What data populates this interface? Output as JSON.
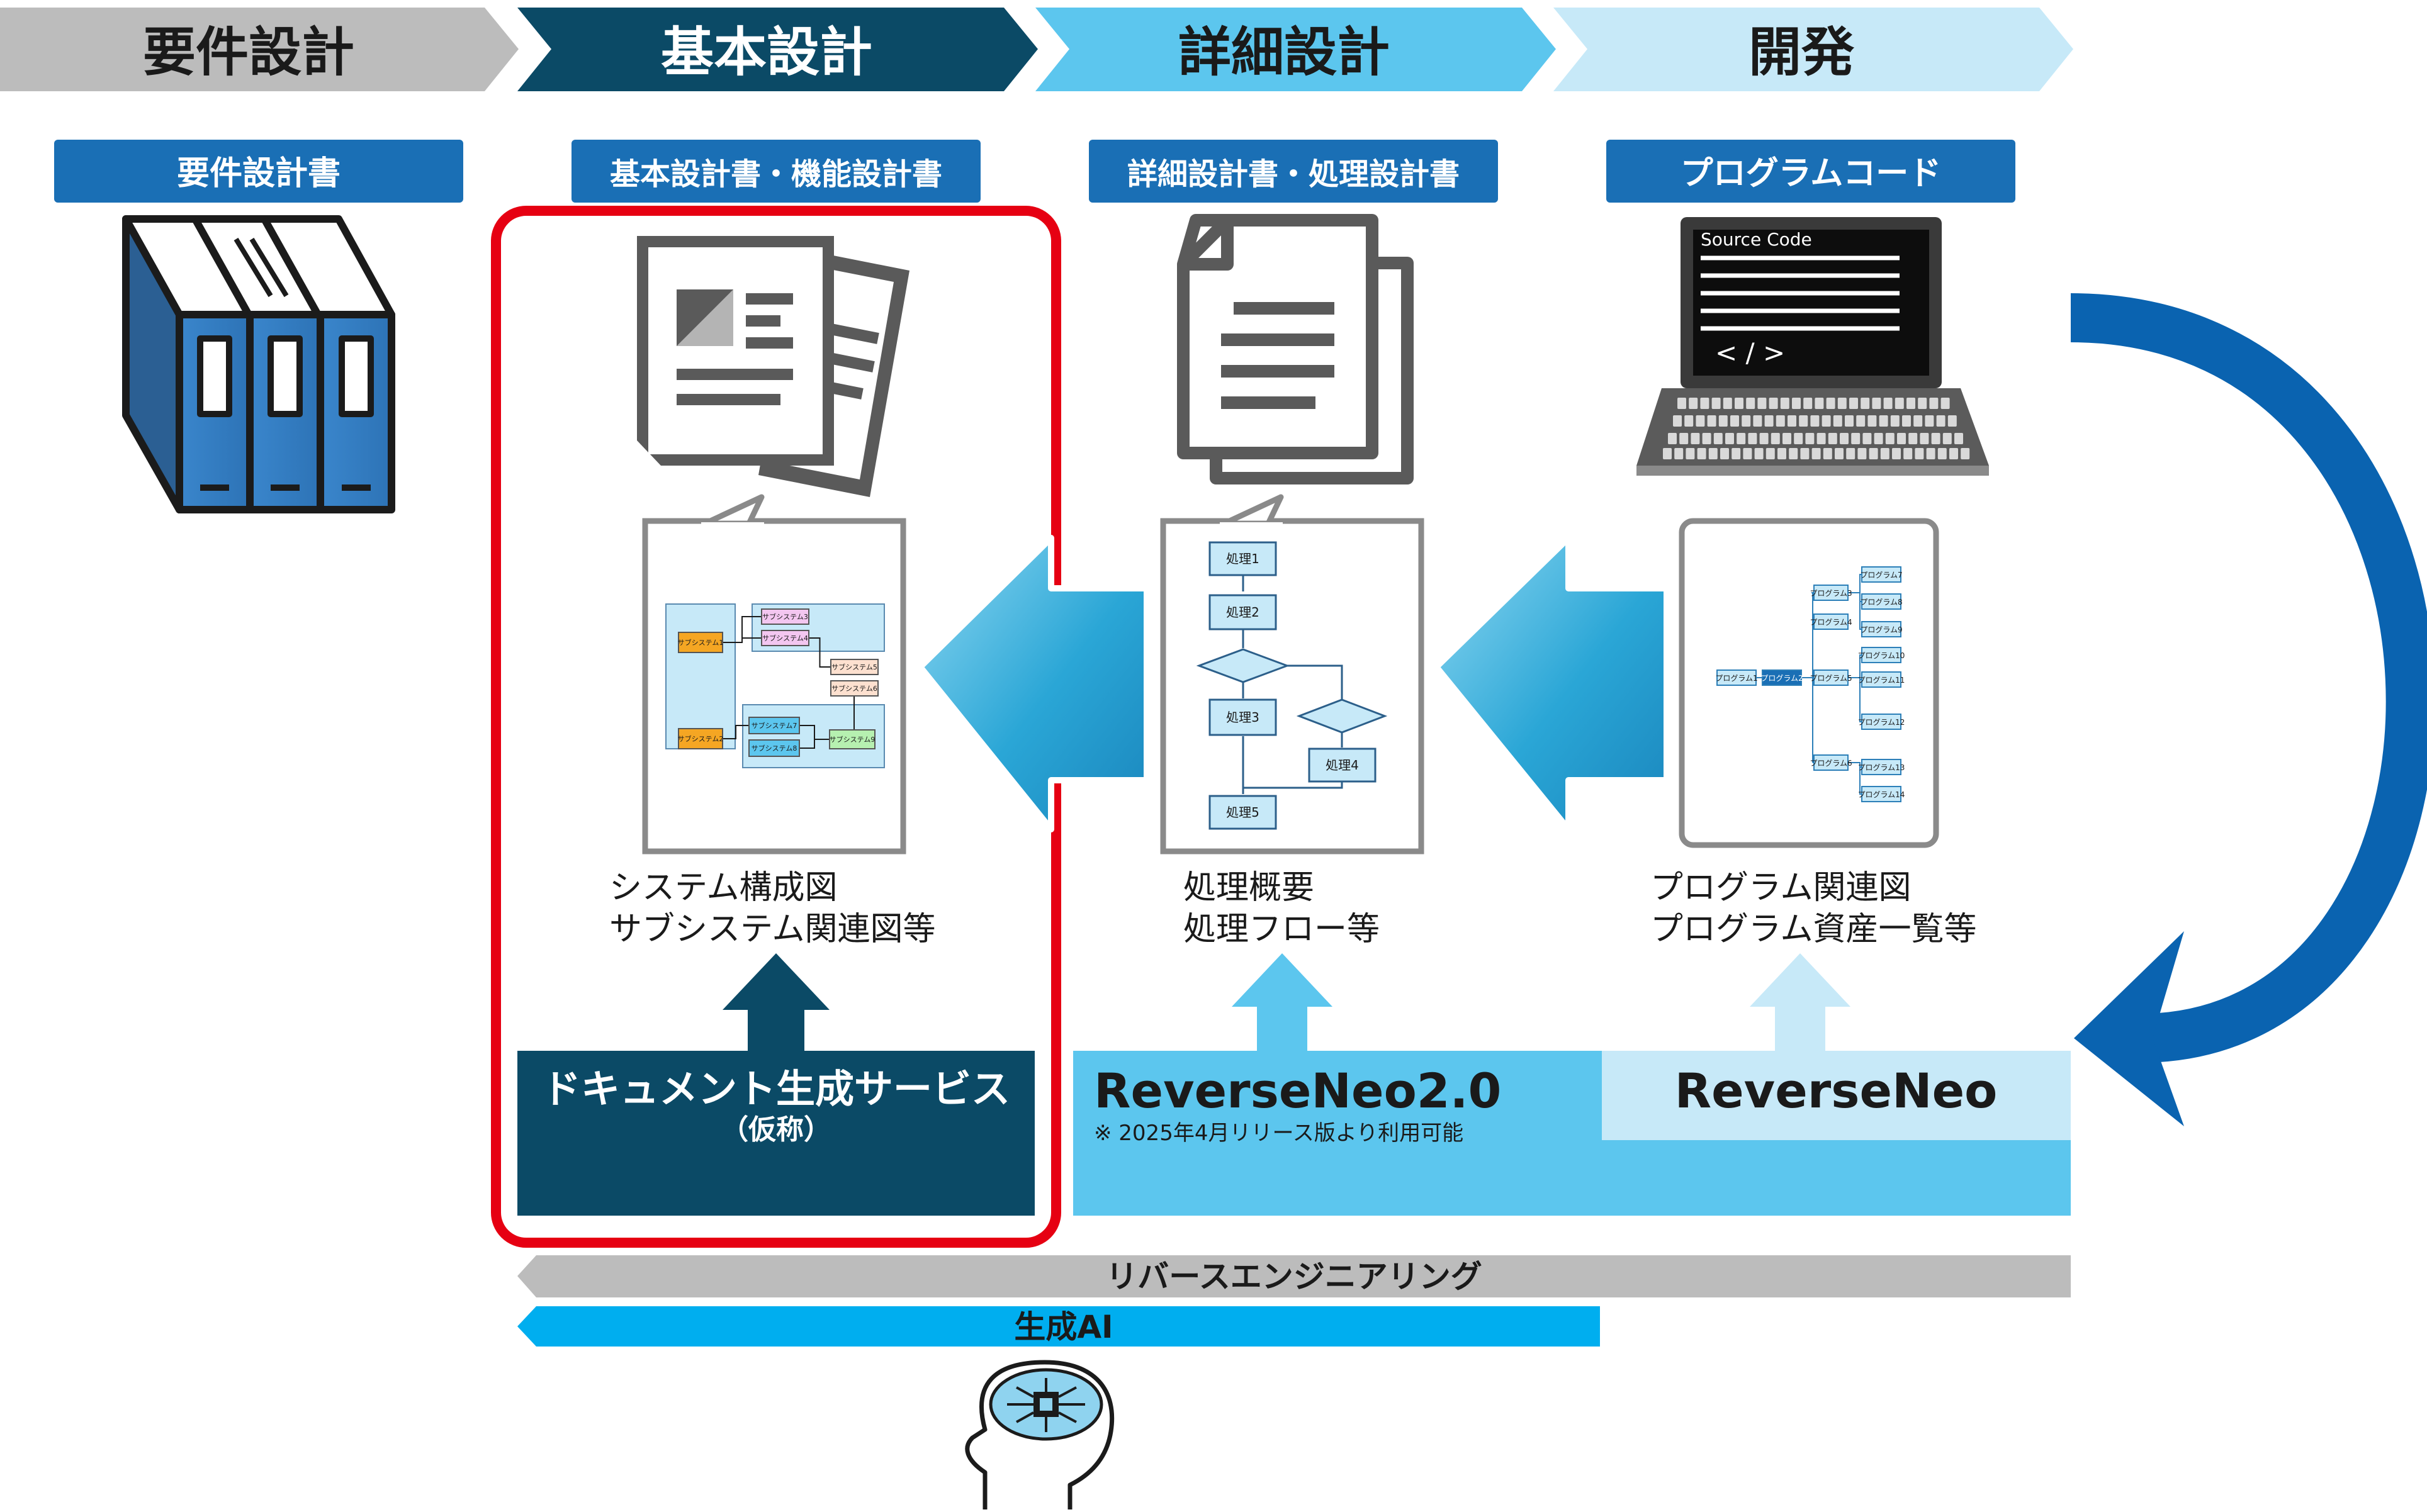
{
  "phases": [
    {
      "label": "要件設計",
      "color": "#bcbcbc",
      "text_color": "#1a1a1a"
    },
    {
      "label": "基本設計",
      "color": "#0b4a66",
      "text_color": "#ffffff"
    },
    {
      "label": "詳細設計",
      "color": "#5cc6ee",
      "text_color": "#1a1a1a"
    },
    {
      "label": "開発",
      "color": "#c7e9f8",
      "text_color": "#1a1a1a"
    }
  ],
  "doc_labels": [
    "要件設計書",
    "基本設計書・機能設計書",
    "詳細設計書・処理設計書",
    "プログラムコード"
  ],
  "laptop": {
    "title": "Source Code",
    "code_symbol": "< / >"
  },
  "subsystem_diagram": {
    "nodes": [
      "サブシステム1",
      "サブシステム2",
      "サブシステム3",
      "サブシステム4",
      "サブシステム5",
      "サブシステム6",
      "サブシステム7",
      "サブシステム8",
      "サブシステム9"
    ]
  },
  "flowchart": {
    "steps": [
      "処理1",
      "処理2",
      "処理3",
      "処理4",
      "処理5"
    ]
  },
  "program_tree": {
    "root": "プログラム1",
    "level1": "プログラム2",
    "level2": [
      "プログラム3",
      "プログラム4",
      "プログラム5",
      "プログラム6"
    ],
    "leaves": [
      "プログラム7",
      "プログラム8",
      "プログラム9",
      "プログラム10",
      "プログラム11",
      "プログラム12",
      "プログラム13",
      "プログラム14"
    ]
  },
  "captions": {
    "basic": [
      "システム構成図",
      "サブシステム関連図等"
    ],
    "detail": [
      "処理概要",
      "処理フロー等"
    ],
    "dev": [
      "プログラム関連図",
      "プログラム資産一覧等"
    ]
  },
  "service": {
    "title": "ドキュメント生成サービス",
    "subtitle": "（仮称）"
  },
  "reverseneo2": {
    "title": "ReverseNeo2.0",
    "note": "※ 2025年4月リリース版より利用可能"
  },
  "reverseneo": {
    "title": "ReverseNeo"
  },
  "bars": {
    "reverse_engineering": "リバースエンジニアリング",
    "generative_ai": "生成AI"
  },
  "colors": {
    "highlight_red": "#e60012",
    "navy": "#0b4a66",
    "blue_label": "#1a6fb5",
    "light_blue": "#5cc6ee",
    "pale_blue": "#c7e9f8",
    "gray": "#bcbcbc",
    "ai_blue": "#00aeef",
    "curve_blue": "#0a63b0"
  }
}
